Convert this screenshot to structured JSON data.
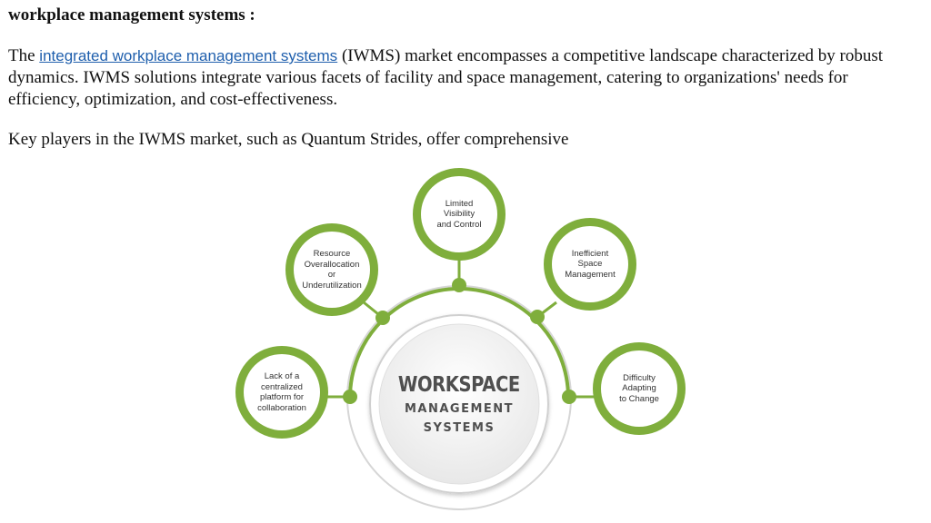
{
  "document": {
    "heading": "workplace management systems :",
    "paragraph1": {
      "before": "The ",
      "link_text": "integrated workplace management systems",
      "after": " (IWMS) market encompasses a competitive landscape characterized by robust dynamics. IWMS solutions integrate various facets of facility and space management, catering to organizations' needs for efficiency, optimization, and cost-effectiveness."
    },
    "paragraph2": "Key players in the IWMS market, such as Quantum Strides, offer comprehensive"
  },
  "diagram": {
    "center": {
      "line1": "WORKSPACE",
      "line2": "MANAGEMENT",
      "line3": "SYSTEMS"
    },
    "nodes": {
      "limited_visibility": "Limited\nVisibility\nand Control",
      "resource_overallocation": "Resource\nOverallocation\nor\nUnderutilization",
      "inefficient_space": "Inefficient\nSpace\nManagement",
      "lack_of_platform": "Lack of a\ncentralized\nplatform for\ncollaboration",
      "difficulty_adapting": "Difficulty\nAdapting\nto Change"
    },
    "colors": {
      "green": "#7fae3c",
      "link_blue": "#1f5fad"
    }
  }
}
